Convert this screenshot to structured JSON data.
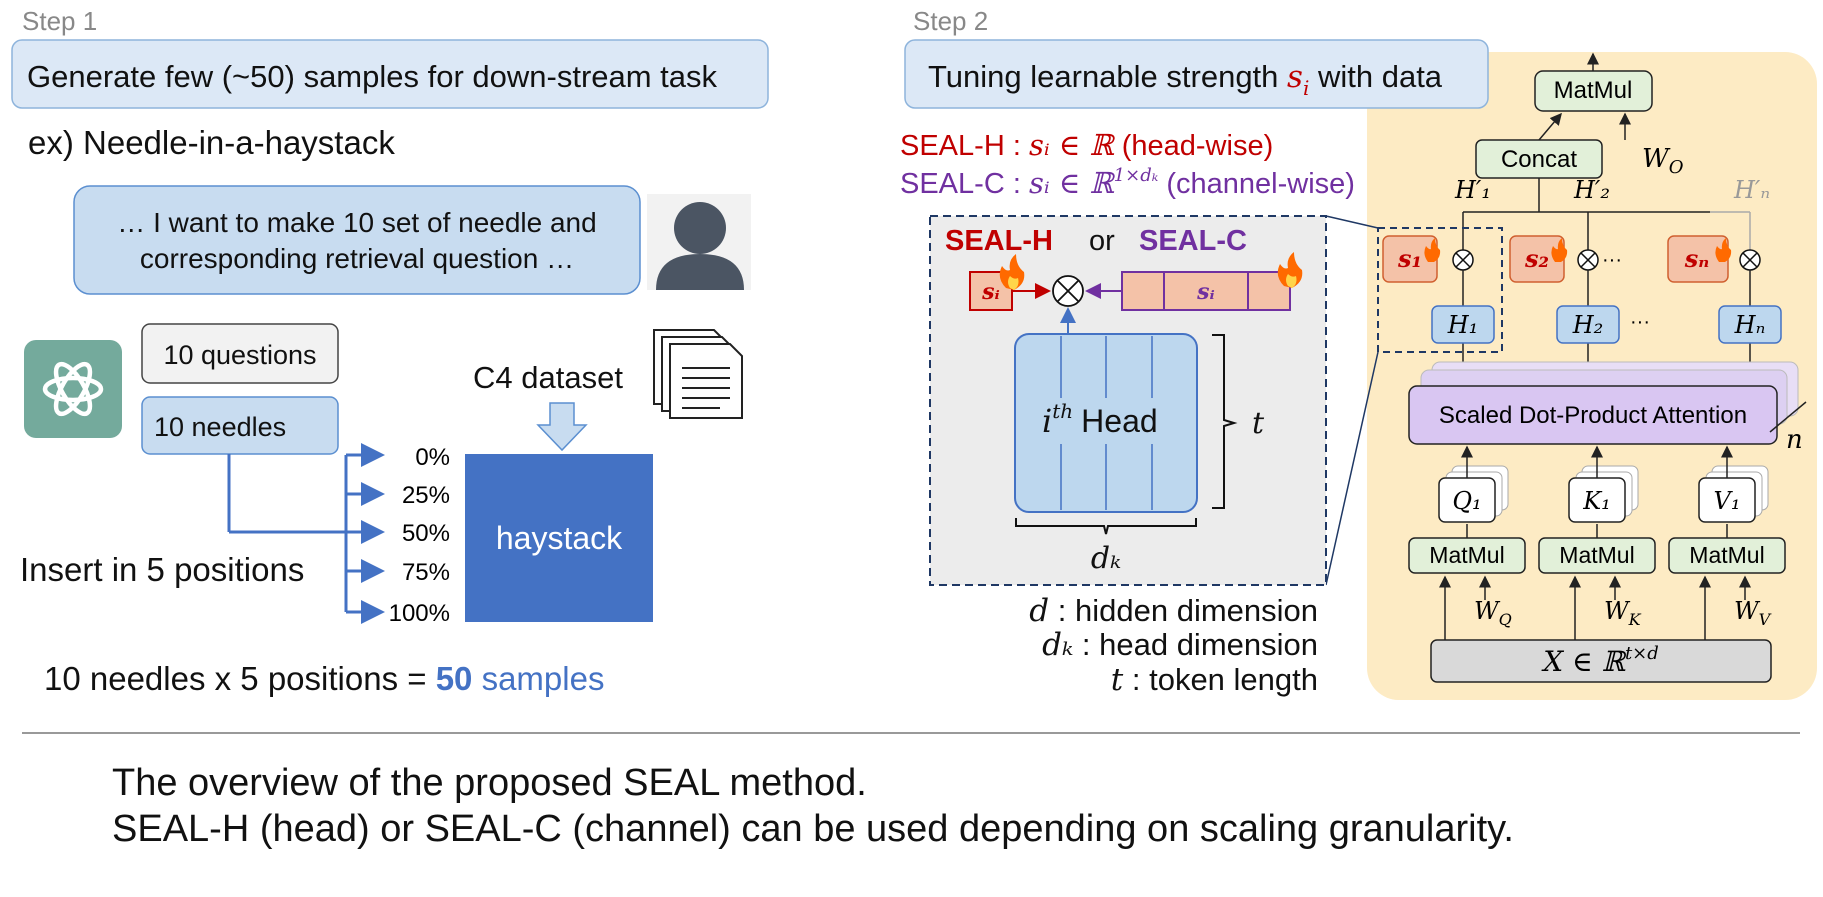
{
  "step1": {
    "label": "Step 1",
    "banner": "Generate few (~50) samples for down-stream task",
    "example_title": "ex) Needle-in-a-haystack",
    "prompt_line1": "… I want to make 10 set of needle and",
    "prompt_line2": "corresponding retrieval question …",
    "questions": "10 questions",
    "needles": "10 needles",
    "dataset": "C4 dataset",
    "haystack": "haystack",
    "positions": [
      "0%",
      "25%",
      "50%",
      "75%",
      "100%"
    ],
    "insert_text": "Insert in 5 positions",
    "formula_prefix": "10 needles x 5 positions = ",
    "formula_count": "50",
    "formula_suffix": " samples"
  },
  "step2": {
    "label": "Step 2",
    "banner_prefix": "Tuning learnable strength ",
    "banner_symbol": "s",
    "banner_sub": "i",
    "banner_suffix": " with data",
    "seal_h_def_prefix": "SEAL-H : ",
    "seal_h_def_math": "sᵢ ∈ ℝ",
    "seal_h_def_suffix": " (head-wise)",
    "seal_c_def_prefix": "SEAL-C : ",
    "seal_c_def_math": "sᵢ ∈ ℝ",
    "seal_c_def_sup": "1×dₖ",
    "seal_c_def_suffix": " (channel-wise)",
    "detail_seal_h": "SEAL-H",
    "detail_or": "or",
    "detail_seal_c": "SEAL-C",
    "detail_si": "sᵢ",
    "head_math": "i",
    "head_sup": "th",
    "head_word": "Head",
    "t_label": "t",
    "dk_label": "dₖ",
    "legend_d_sym": "d",
    "legend_d": " : hidden dimension",
    "legend_dk_sym": "dₖ",
    "legend_dk": " : head dimension",
    "legend_t_sym": "t",
    "legend_t": " : token length"
  },
  "arch": {
    "matmul_top": "MatMul",
    "wo": "Wₒ",
    "concat": "Concat",
    "h_primes": [
      "H′₁",
      "H′₂",
      "H′ₙ"
    ],
    "scales": [
      "s₁",
      "s₂",
      "sₙ"
    ],
    "heads": [
      "H₁",
      "H₂",
      "Hₙ"
    ],
    "ellipsis": "···",
    "attention": "Scaled Dot-Product Attention",
    "n_label": "n",
    "qkv": [
      "Q₁",
      "K₁",
      "V₁"
    ],
    "matmul": [
      "MatMul",
      "MatMul",
      "MatMul"
    ],
    "weights": [
      "W_Q",
      "W_K",
      "W_V"
    ],
    "weights_display": [
      "W",
      "W",
      "W"
    ],
    "weights_sub": [
      "Q",
      "K",
      "V"
    ],
    "input": "X ∈ ℝ",
    "input_sup": "t×d"
  },
  "caption": {
    "line1": "The overview of the proposed SEAL method.",
    "line2": "SEAL-H (head) or SEAL-C (channel) can be used depending on scaling granularity."
  },
  "colors": {
    "blue_box": "#c8dcf0",
    "blue_border": "#8eb4dc",
    "haystack": "#4472c4",
    "seal_h": "#c00000",
    "seal_c": "#7030a0",
    "cream": "#fdebc4",
    "green_box": "#e2f0d9",
    "purple_box": "#d9c6f2",
    "scale_fill": "#f4c2a8",
    "gpt_green": "#74aa9c"
  }
}
